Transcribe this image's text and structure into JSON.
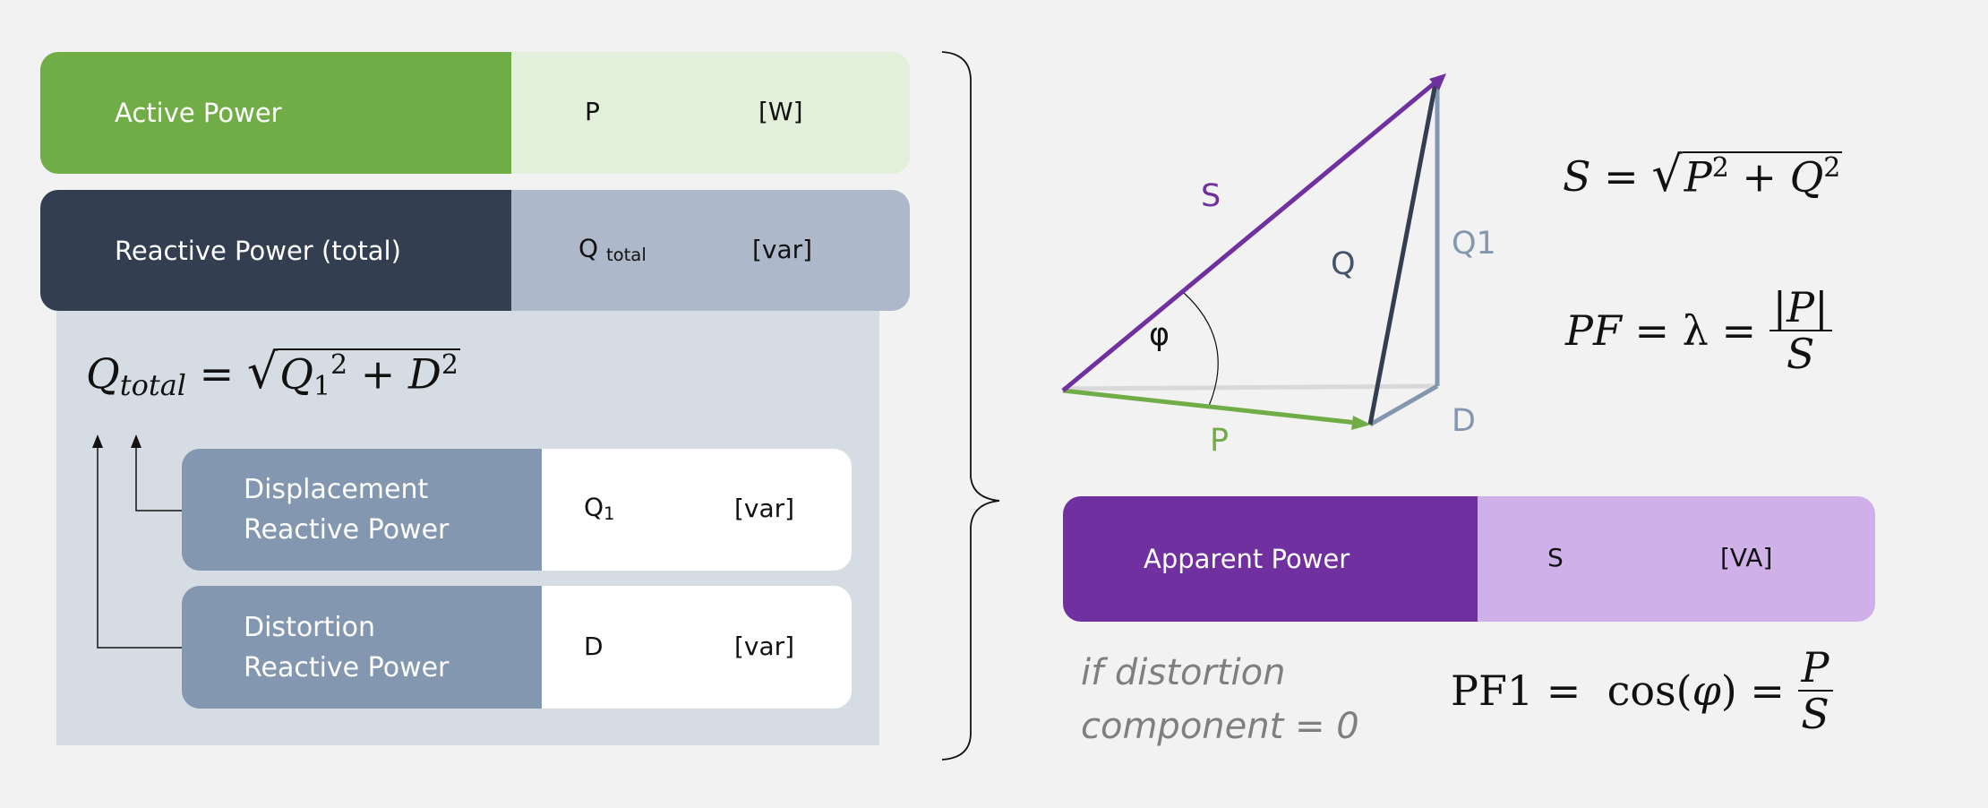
{
  "colors": {
    "background": "#f2f2f2",
    "active_dark": "#70ad47",
    "active_light": "#e2efda",
    "reactive_dark": "#333f50",
    "reactive_light": "#adb9ca",
    "panel": "#d6dce4",
    "component_dark": "#8497b0",
    "component_light": "#ffffff",
    "apparent_dark": "#7030a0",
    "apparent_light": "#d0b0e8",
    "q1_line": "#8497b0",
    "note_text": "#7f7f7f"
  },
  "active_power": {
    "name": "Active Power",
    "symbol": "P",
    "unit": "[W]"
  },
  "reactive_power": {
    "name": "Reactive Power (total)",
    "symbol": "Q",
    "symbol_sub": "total",
    "unit": "[var]"
  },
  "reactive_formula": {
    "lhs": "Q",
    "lhs_sub": "total",
    "eq": "=",
    "term1": "Q",
    "term1_sub": "1",
    "term1_sup": "2",
    "plus": "+",
    "term2": "D",
    "term2_sup": "2"
  },
  "displacement": {
    "name_line1": "Displacement",
    "name_line2": "Reactive Power",
    "symbol": "Q",
    "symbol_sub": "1",
    "unit": "[var]"
  },
  "distortion": {
    "name_line1": "Distortion",
    "name_line2": "Reactive Power",
    "symbol": "D",
    "unit": "[var]"
  },
  "apparent_power": {
    "name": "Apparent Power",
    "symbol": "S",
    "unit": "[VA]"
  },
  "triangle": {
    "labels": {
      "S": "S",
      "Q": "Q",
      "Q1": "Q1",
      "P": "P",
      "D": "D",
      "phi": "φ"
    }
  },
  "formula_s": {
    "lhs": "S",
    "eq": "=",
    "a": "P",
    "a_sup": "2",
    "plus": "+",
    "b": "Q",
    "b_sup": "2"
  },
  "formula_pf": {
    "lhs": "PF",
    "eq1": "=",
    "lambda": "λ",
    "eq2": "=",
    "num": "|P|",
    "den": "S"
  },
  "note": {
    "line1": "if distortion",
    "line2": "component = 0"
  },
  "formula_pf1": {
    "lhs": "PF1",
    "eq1": "=",
    "cos": "cos(",
    "phi": "φ",
    "close": ")",
    "eq2": "=",
    "num": "P",
    "den": "S"
  }
}
